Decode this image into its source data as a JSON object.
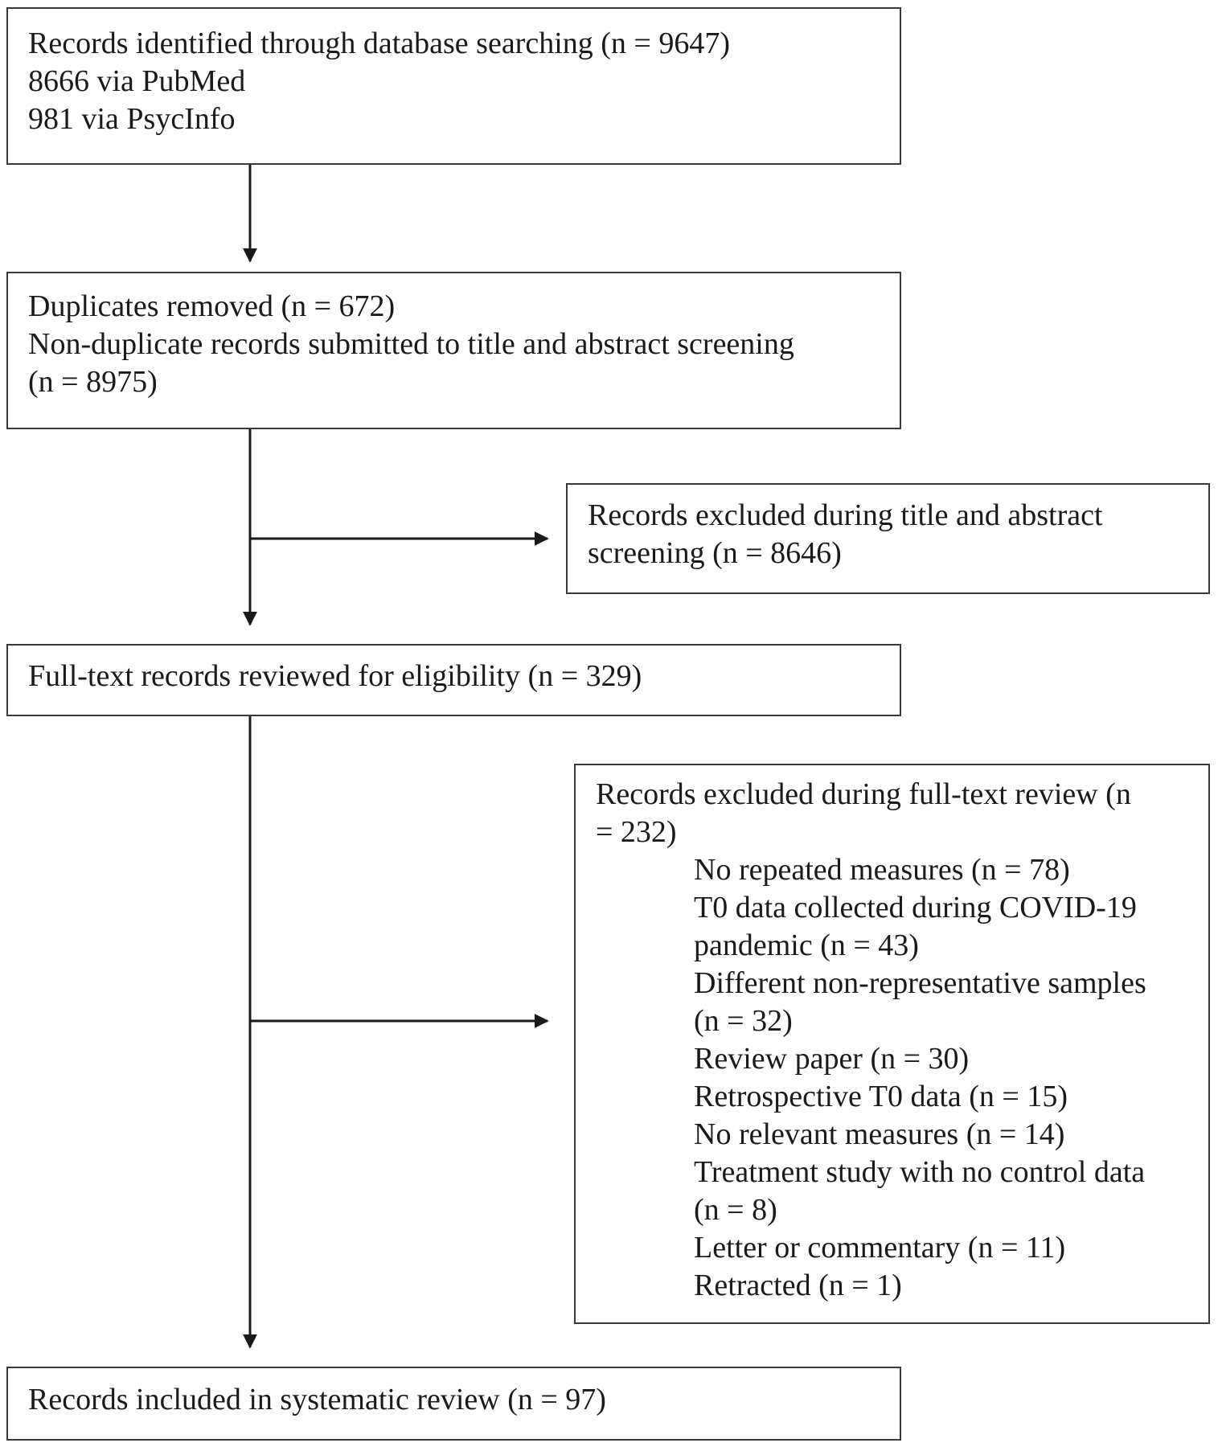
{
  "identification": {
    "lines": [
      "Records identified through database searching (n = 9647)",
      "8666 via PubMed",
      "981 via PsycInfo"
    ]
  },
  "screening": {
    "lines": [
      "Duplicates removed (n = 672)",
      "Non-duplicate records submitted to title and abstract screening",
      "(n = 8975)"
    ]
  },
  "excluded_screening": {
    "lines": [
      "Records excluded during title and abstract",
      "screening (n = 8646)"
    ]
  },
  "eligibility": {
    "lines": [
      "Full-text records reviewed for eligibility (n = 329)"
    ]
  },
  "excluded_fulltext": {
    "heading_lines": [
      "Records excluded during full-text review (n",
      "= 232)"
    ],
    "reason_lines": [
      "No repeated measures (n = 78)",
      "T0 data collected during COVID-19",
      "pandemic (n = 43)",
      "Different non-representative samples",
      "(n = 32)",
      "Review paper (n = 30)",
      "Retrospective T0 data (n = 15)",
      "No relevant measures (n = 14)",
      "Treatment study with no control data",
      "(n = 8)",
      "Letter or commentary (n = 11)",
      "Retracted (n = 1)"
    ]
  },
  "included": {
    "lines": [
      "Records included in systematic review (n = 97)"
    ]
  }
}
